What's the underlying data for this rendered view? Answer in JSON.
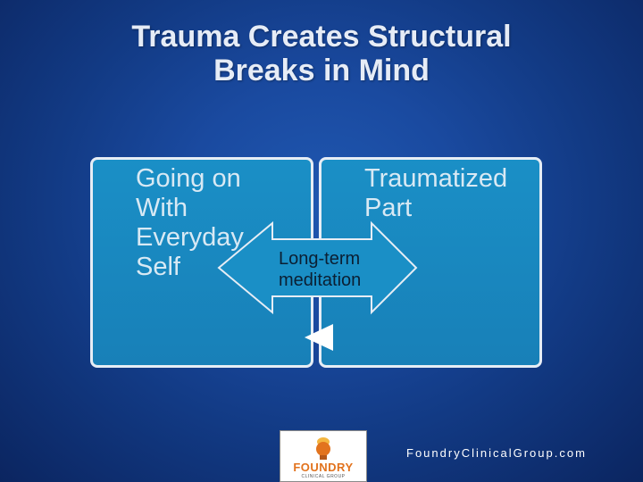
{
  "slide": {
    "title_lines": [
      "Trauma Creates Structural",
      "Breaks in Mind"
    ],
    "left_panel": {
      "lines": [
        "Going on",
        "With",
        "Everyday",
        "Self"
      ]
    },
    "right_panel": {
      "lines": [
        "Traumatized",
        "Part"
      ]
    },
    "arrow": {
      "label_lines": [
        "Long-term",
        "meditation"
      ]
    },
    "logo": {
      "word": "FOUNDRY",
      "sub": "CLINICAL GROUP"
    },
    "footer_url": "FoundryClinicalGroup.com"
  },
  "colors": {
    "background": "#1a4aa0",
    "panel": "#1a8fc6",
    "panel_border": "#e6edf5",
    "logo_orange": "#e2731e"
  }
}
